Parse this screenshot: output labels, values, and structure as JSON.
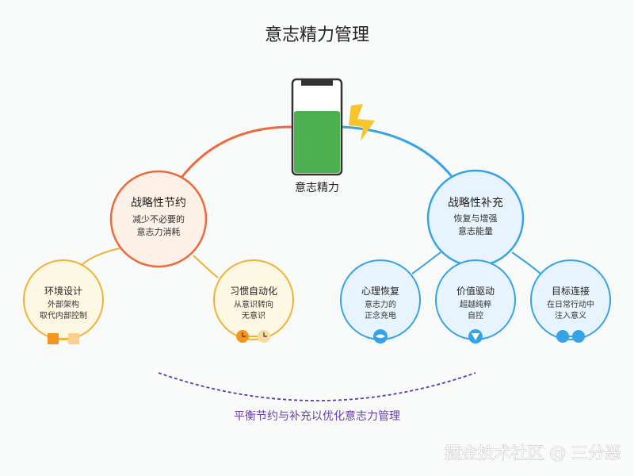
{
  "title": "意志精力管理",
  "center": {
    "label": "意志精力"
  },
  "left": {
    "title": "战略性节约",
    "subtitle_line1": "减少不必要的",
    "subtitle_line2": "意志力消耗",
    "children": [
      {
        "title": "环境设计",
        "line1": "外部架构",
        "line2": "取代内部控制"
      },
      {
        "title": "习惯自动化",
        "line1": "从意识转向",
        "line2": "无意识"
      }
    ]
  },
  "right": {
    "title": "战略性补充",
    "subtitle_line1": "恢复与增强",
    "subtitle_line2": "意志能量",
    "children": [
      {
        "title": "心理恢复",
        "line1": "意志力的",
        "line2": "正念充电"
      },
      {
        "title": "价值驱动",
        "line1": "超越纯粹",
        "line2": "自控"
      },
      {
        "title": "目标连接",
        "line1": "在日常行动中",
        "line2": "注入意义"
      }
    ]
  },
  "bottom_caption": "平衡节约与补充以优化意志力管理",
  "watermark": "掘金技术社区 @ 三分恶",
  "colors": {
    "left_stroke": "#ef6a3b",
    "left_fill": "#fdf0e6",
    "left_child_stroke": "#f2b135",
    "left_child_fill": "#fdf8e3",
    "right_stroke": "#35a3e6",
    "right_fill": "#e8f4fd",
    "battery_fill": "#4caf50",
    "lightning": "#f7c42c",
    "caption": "#6a3cb0",
    "dash": "#5e35b1"
  }
}
